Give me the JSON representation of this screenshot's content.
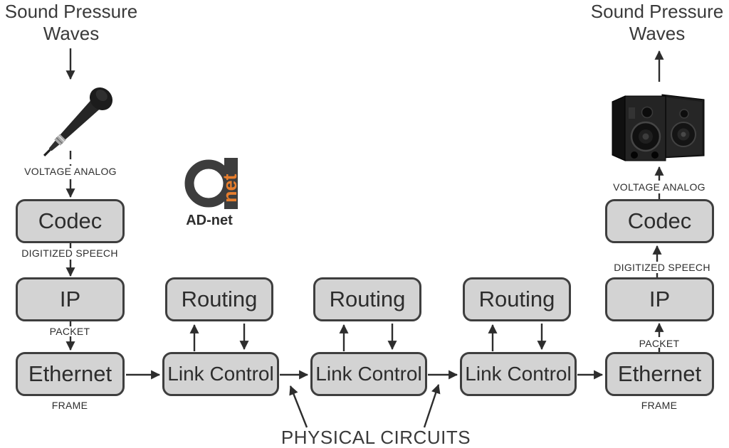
{
  "headers": {
    "left": {
      "line1": "Sound Pressure",
      "line2": "Waves"
    },
    "right": {
      "line1": "Sound Pressure",
      "line2": "Waves"
    }
  },
  "logo": {
    "vertical_text": "net",
    "caption": "AD-net",
    "accent_color": "#e87e2d",
    "glyph_color": "#3d3d3d"
  },
  "nodes": {
    "codec_left": "Codec",
    "ip_left": "IP",
    "ethernet_left": "Ethernet",
    "routing_1": "Routing",
    "routing_2": "Routing",
    "routing_3": "Routing",
    "link_control_1": "Link Control",
    "link_control_2": "Link Control",
    "link_control_3": "Link Control",
    "codec_right": "Codec",
    "ip_right": "IP",
    "ethernet_right": "Ethernet"
  },
  "edge_labels": {
    "voltage_analog_left": "VOLTAGE ANALOG",
    "digitized_speech_left": "DIGITIZED SPEECH",
    "packet_left": "PACKET",
    "frame_left": "FRAME",
    "voltage_analog_right": "VOLTAGE ANALOG",
    "digitized_speech_right": "DIGITIZED SPEECH",
    "packet_right": "PACKET",
    "frame_right": "FRAME",
    "physical_circuits": "PHYSICAL CIRCUITS"
  },
  "colors": {
    "box_fill": "#d3d3d3",
    "box_border": "#3e3e3e",
    "line": "#2d2d2d",
    "text": "#2d2d2d",
    "accent": "#e87e2d"
  }
}
